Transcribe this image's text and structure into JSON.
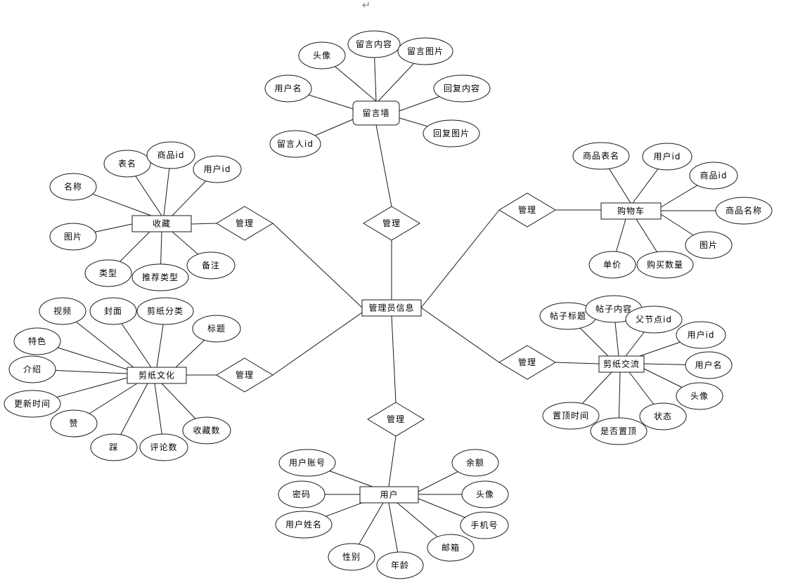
{
  "top_marker": "↵",
  "entities": {
    "message_wall": {
      "name": "留言墙",
      "attributes": [
        "头像",
        "留言内容",
        "留言图片",
        "用户名",
        "回复内容",
        "留言人id",
        "回复图片"
      ]
    },
    "favorites": {
      "name": "收藏",
      "attributes": [
        "名称",
        "表名",
        "商品id",
        "用户id",
        "图片",
        "类型",
        "推荐类型",
        "备注"
      ]
    },
    "shopping_cart": {
      "name": "购物车",
      "attributes": [
        "商品表名",
        "用户id",
        "商品id",
        "商品名称",
        "图片",
        "单价",
        "购买数量"
      ]
    },
    "admin_info": {
      "name": "管理员信息",
      "attributes": []
    },
    "papercut_culture": {
      "name": "剪纸文化",
      "attributes": [
        "视频",
        "封面",
        "剪纸分类",
        "标题",
        "特色",
        "介绍",
        "更新时间",
        "赞",
        "踩",
        "评论数",
        "收藏数"
      ]
    },
    "papercut_exchange": {
      "name": "剪纸交流",
      "attributes": [
        "帖子标题",
        "帖子内容",
        "父节点id",
        "用户id",
        "用户名",
        "头像",
        "状态",
        "置顶时间",
        "是否置顶"
      ]
    },
    "user": {
      "name": "用户",
      "attributes": [
        "用户账号",
        "密码",
        "用户姓名",
        "性别",
        "年龄",
        "邮箱",
        "余额",
        "头像",
        "手机号"
      ]
    }
  },
  "relationships": {
    "message_wall": "管理",
    "favorites": "管理",
    "shopping_cart": "管理",
    "papercut_culture": "管理",
    "papercut_exchange": "管理",
    "user": "管理"
  }
}
